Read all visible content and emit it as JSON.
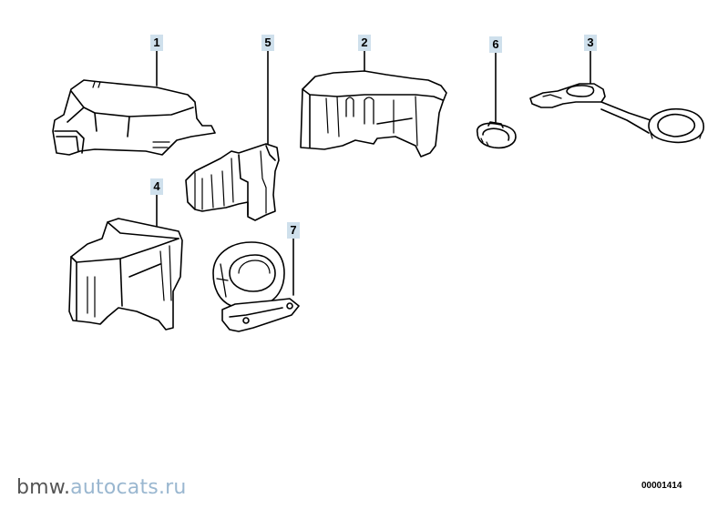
{
  "callouts": [
    "1",
    "5",
    "2",
    "6",
    "3",
    "4",
    "7"
  ],
  "watermark": {
    "prefix": "bmw.",
    "domain": "autocats.ru"
  },
  "diagram_code": "00001414"
}
